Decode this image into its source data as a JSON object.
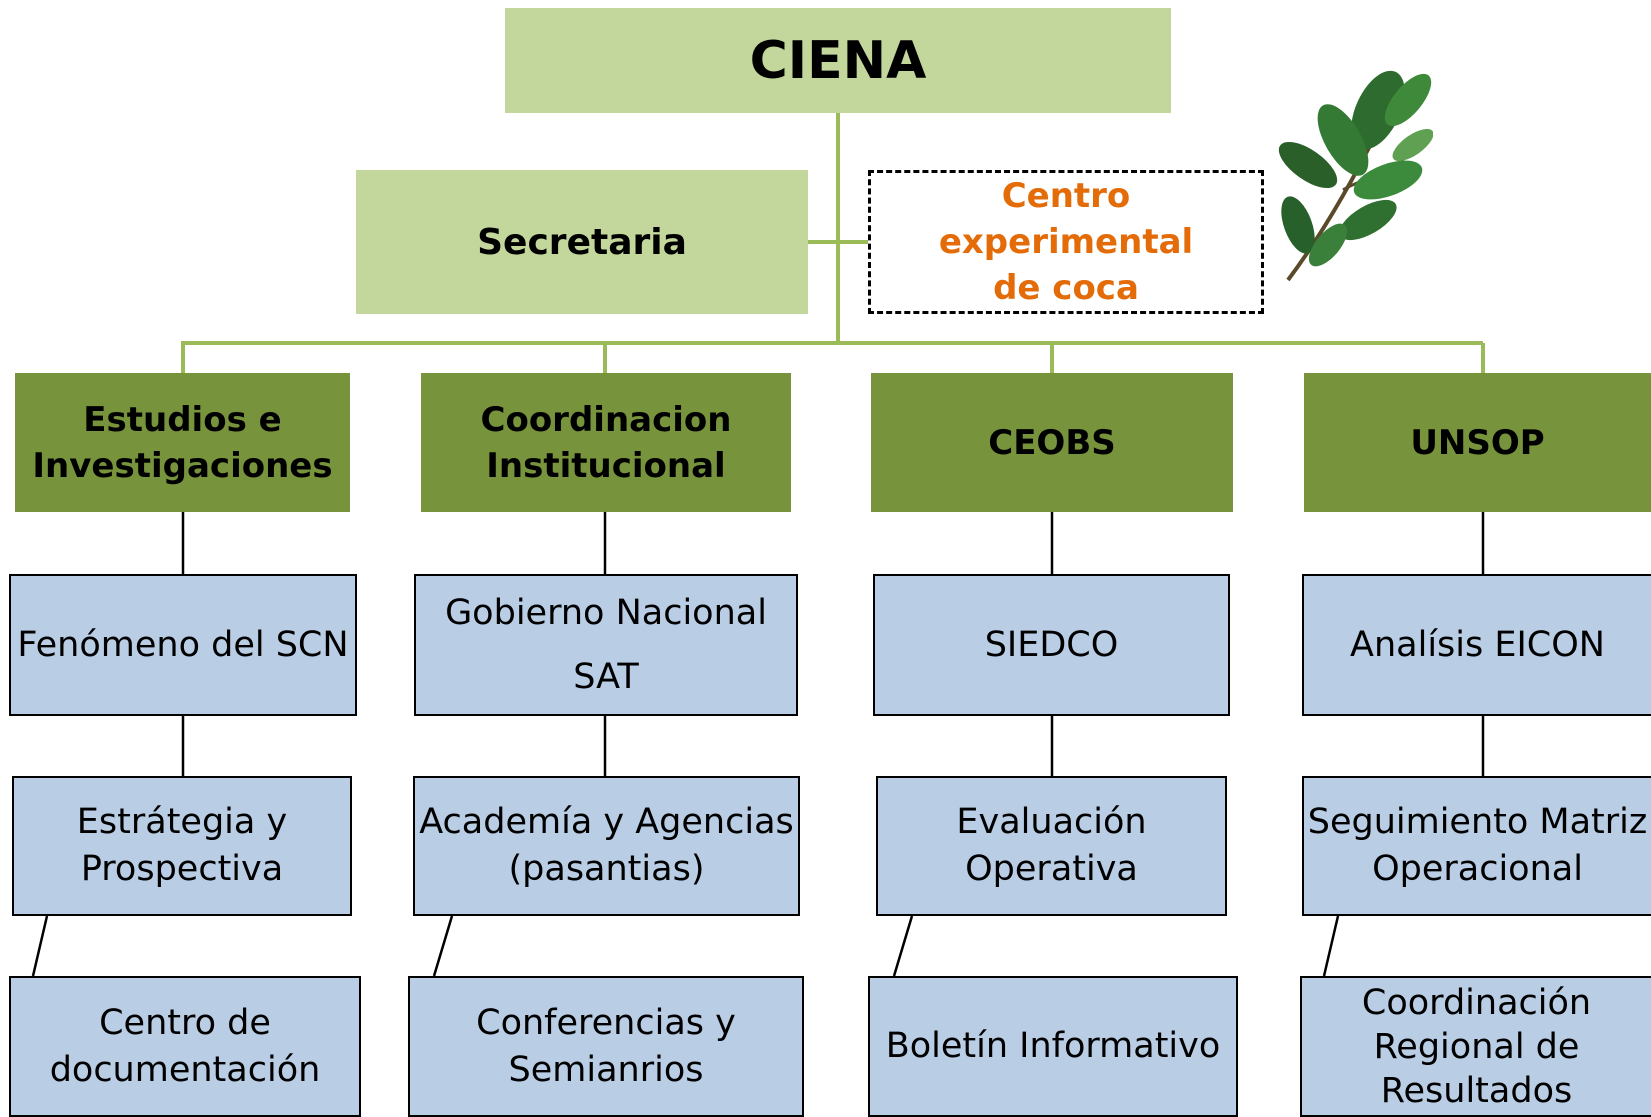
{
  "top": {
    "title": "CIENA"
  },
  "secretaria": {
    "label": "Secretaria"
  },
  "experimental": {
    "line1": "Centro experimental",
    "line2": "de coca"
  },
  "departments": [
    {
      "line1": "Estudios e",
      "line2": "Investigaciones",
      "units": [
        {
          "line1": "Fenómeno del SCN",
          "line2": ""
        },
        {
          "line1": "Estrátegia y",
          "line2": "Prospectiva"
        },
        {
          "line1": "Centro de",
          "line2": "documentación"
        }
      ]
    },
    {
      "line1": "Coordinacion",
      "line2": "Institucional",
      "units": [
        {
          "line1": "Gobierno Nacional",
          "line2": "SAT"
        },
        {
          "line1": "Academía y Agencias",
          "line2": "(pasantias)"
        },
        {
          "line1": "Conferencias y",
          "line2": "Semianrios"
        }
      ]
    },
    {
      "line1": "CEOBS",
      "line2": "",
      "units": [
        {
          "line1": "SIEDCO",
          "line2": ""
        },
        {
          "line1": "Evaluación",
          "line2": "Operativa"
        },
        {
          "line1": "Boletín Informativo",
          "line2": ""
        }
      ]
    },
    {
      "line1": "UNSOP",
      "line2": "",
      "units": [
        {
          "line1": "Analísis EICON",
          "line2": ""
        },
        {
          "line1": "Seguimiento Matriz",
          "line2": "Operacional"
        },
        {
          "line1": "Coordinación",
          "line2": "Regional de",
          "line3": "Resultados"
        }
      ]
    }
  ],
  "colors": {
    "top_fill": "#c3d69b",
    "dept_fill": "#77933c",
    "unit_fill": "#b9cde5",
    "connector_green": "#9bbb59",
    "accent_orange": "#e36c09"
  },
  "icons": {
    "plant": "coca-leaf-icon"
  }
}
